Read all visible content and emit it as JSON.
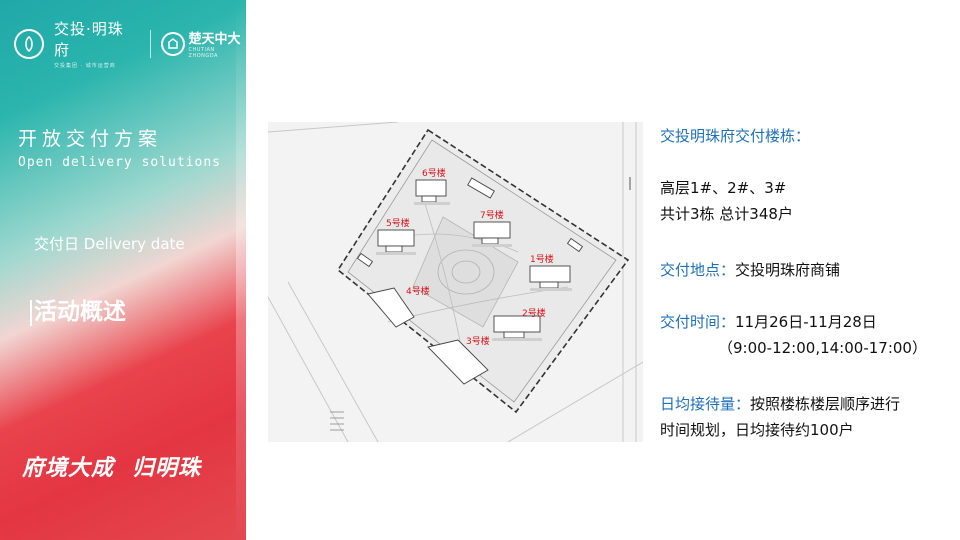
{
  "sidebar": {
    "brand_name": "交投·明珠府",
    "brand_tagline": "交投集团 · 城市运营商",
    "partner_name": "楚天中大",
    "partner_sub": "CHUTIAN ZHONGDA",
    "title_cn": "开放交付方案",
    "title_en": "Open delivery solutions",
    "menu_item_1": "交付日 Delivery date",
    "menu_item_2": "活动概述",
    "slogan_left": "府境大成",
    "slogan_right": "归明珠"
  },
  "map": {
    "labels": [
      "6号楼",
      "7号楼",
      "5号楼",
      "1号楼",
      "4号楼",
      "2号楼",
      "3号楼"
    ]
  },
  "info": {
    "heading": "交投明珠府交付楼栋：",
    "buildings": "高层1#、2#、3#",
    "totals": "共计3栋  总计348户",
    "location_label": "交付地点：",
    "location_value": "交投明珠府商铺",
    "time_label": "交付时间：",
    "time_value": "11月26日-11月28日",
    "time_hours": "（9:00-12:00,14:00-17:00）",
    "reception_label": "日均接待量：",
    "reception_value": "按照楼栋楼层顺序进行",
    "reception_value_2": "时间规划，日均接待约100户"
  },
  "colors": {
    "accent_blue": "#1f6fb8",
    "label_red": "#d8141c",
    "panel_red": "#e33642",
    "panel_teal": "#1fa8a8"
  }
}
